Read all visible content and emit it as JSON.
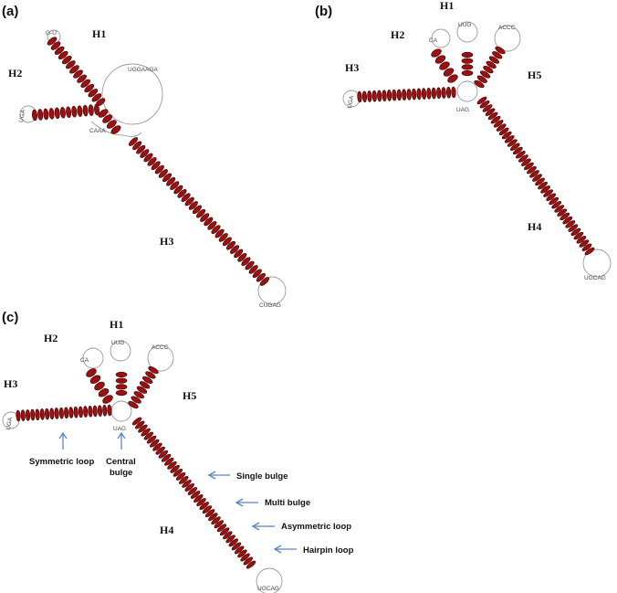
{
  "panels": [
    {
      "id": "a",
      "label": "(a)",
      "helices": [
        {
          "name": "H1"
        },
        {
          "name": "H2"
        },
        {
          "name": "H3"
        }
      ]
    },
    {
      "id": "b",
      "label": "(b)",
      "helices": [
        {
          "name": "H1"
        },
        {
          "name": "H2"
        },
        {
          "name": "H3"
        },
        {
          "name": "H5"
        },
        {
          "name": "H4"
        }
      ]
    },
    {
      "id": "c",
      "label": "(c)",
      "helices": [
        {
          "name": "H1"
        },
        {
          "name": "H2"
        },
        {
          "name": "H3"
        },
        {
          "name": "H5"
        },
        {
          "name": "H4"
        }
      ]
    }
  ],
  "annotations": {
    "symmetric_loop": "Symmetric loop",
    "central_bulge_1": "Central",
    "central_bulge_2": "bulge",
    "single_bulge": "Single bulge",
    "multi_bulge": "Multi bulge",
    "asymmetric_loop": "Asymmetric loop",
    "hairpin_loop": "Hairpin loop"
  },
  "colors": {
    "helix": "#9b1010",
    "arrow": "#5b84c4",
    "loop": "#9a9a9a"
  },
  "nucleotides": {
    "a_h1_cap": "G-U",
    "a_h2_cap": "UGA",
    "a_ml": "UGGAAGA",
    "a_junc": "CAAA",
    "a_h3_cap": "CUGAG",
    "b_h1_cap": "UUG",
    "b_h2_cap": "CA",
    "b_h5_cap": "ACCC",
    "b_h3_cap": "UGA",
    "b_junc": "UAG",
    "b_h4_cap": "UGCAG",
    "c_h1_cap": "UUG",
    "c_h2_cap": "CA",
    "c_h5_cap": "ACCC",
    "c_h3_cap": "UGA",
    "c_junc": "UAG",
    "c_h4_cap": "UGCAG"
  }
}
